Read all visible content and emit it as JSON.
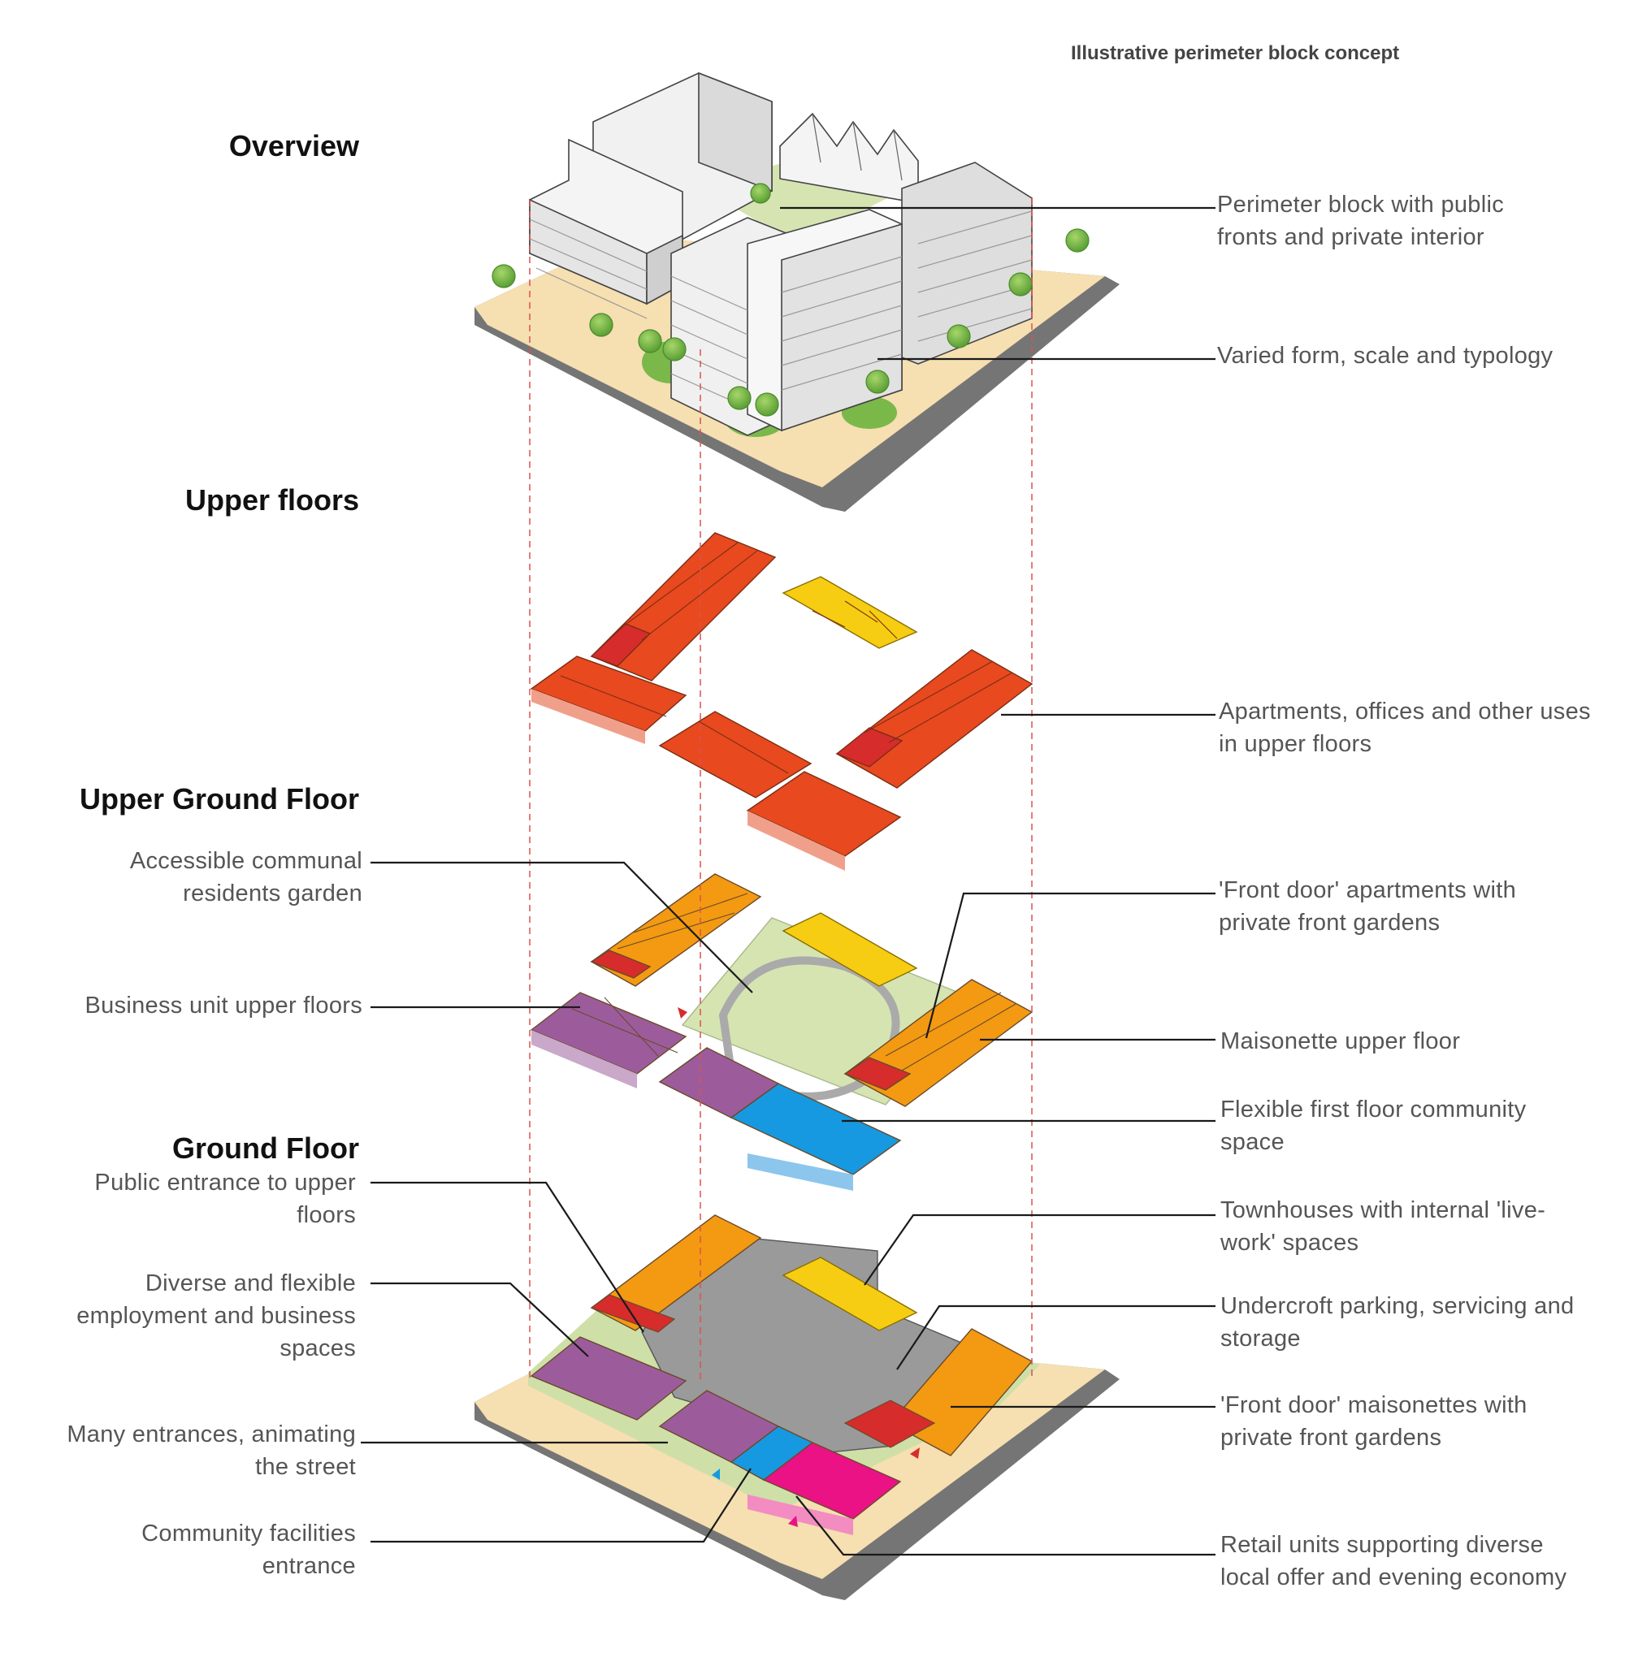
{
  "caption": "Illustrative perimeter block concept",
  "sections": {
    "overview": "Overview",
    "upper_floors": "Upper floors",
    "upper_ground_floor": "Upper Ground Floor",
    "ground_floor": "Ground Floor"
  },
  "labels": {
    "perimeter_block": "Perimeter block with public fronts and private interior",
    "varied_form": "Varied form, scale and typology",
    "apartments_offices": "Apartments, offices and other uses in upper floors",
    "communal_garden": "Accessible communal residents garden",
    "front_door_apartments": "'Front door' apartments with private front gardens",
    "business_upper": "Business unit upper floors",
    "maisonette_upper": "Maisonette upper floor",
    "flexible_community": "Flexible first floor community space",
    "public_entrance": "Public entrance to upper floors",
    "townhouses": "Townhouses with internal 'live-work' spaces",
    "diverse_employment": "Diverse and flexible employment and business spaces",
    "undercroft": "Undercroft parking, servicing and storage",
    "front_door_maisonettes": "'Front door' maisonettes with private front gardens",
    "many_entrances": "Many entrances, animating the street",
    "community_entrance": "Community facilities entrance",
    "retail_units": "Retail units supporting diverse local offer and evening economy"
  },
  "colors": {
    "residential": "#e8491f",
    "residential_accent": "#d62c2c",
    "maisonette": "#f39a12",
    "townhouse": "#f6cd12",
    "business": "#9c5c9c",
    "community": "#1699e0",
    "retail": "#ea1285",
    "parking": "#9a9a9a",
    "garden": "#d6e4b2",
    "pavement": "#f6dfb1",
    "road": "#757575",
    "guide": "#d9534f"
  }
}
